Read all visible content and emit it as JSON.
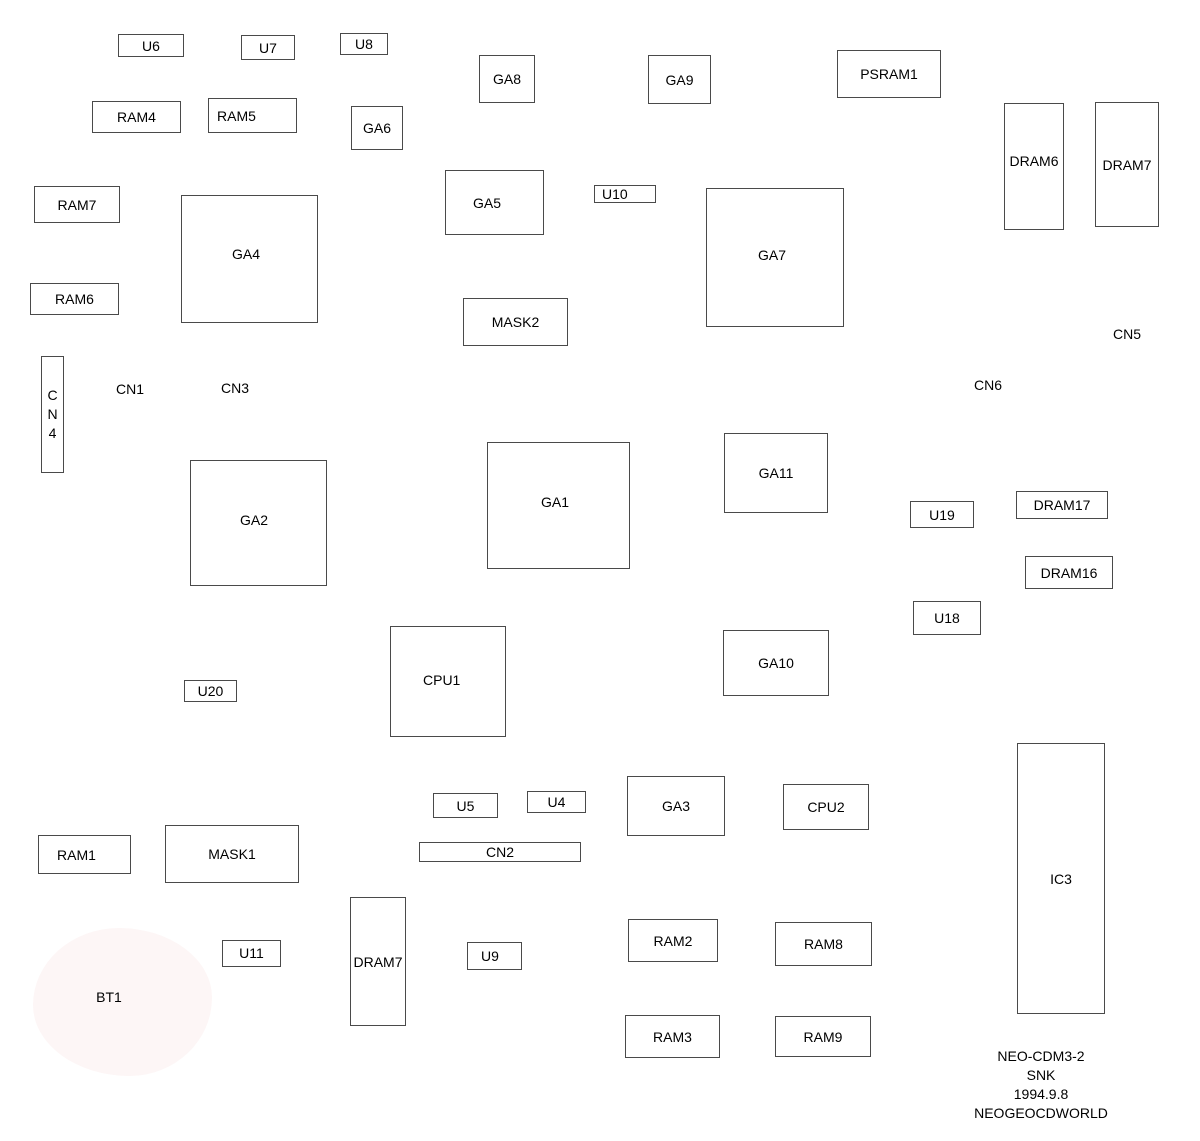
{
  "components": {
    "u6": "U6",
    "u7": "U7",
    "u8": "U8",
    "ga8": "GA8",
    "ga9": "GA9",
    "psram1": "PSRAM1",
    "ram4": "RAM4",
    "ram5": "RAM5",
    "ga6": "GA6",
    "dram6": "DRAM6",
    "dram7_top": "DRAM7",
    "ram7": "RAM7",
    "ga5": "GA5",
    "u10": "U10",
    "ga4": "GA4",
    "ga7": "GA7",
    "ram6": "RAM6",
    "mask2": "MASK2",
    "cn5": "CN5",
    "cn4": [
      "C",
      "N",
      "4"
    ],
    "cn1": "CN1",
    "cn3": "CN3",
    "cn6": "CN6",
    "ga11": "GA11",
    "ga1": "GA1",
    "ga2": "GA2",
    "u19": "U19",
    "dram17": "DRAM17",
    "dram16": "DRAM16",
    "u18": "U18",
    "cpu1": "CPU1",
    "ga10": "GA10",
    "u20": "U20",
    "ic3": "IC3",
    "u5": "U5",
    "u4": "U4",
    "ga3": "GA3",
    "cpu2": "CPU2",
    "ram1": "RAM1",
    "mask1": "MASK1",
    "cn2": "CN2",
    "dram7_bottom": "DRAM7",
    "u11": "U11",
    "u9": "U9",
    "ram2": "RAM2",
    "ram8": "RAM8",
    "bt1": "BT1",
    "ram3": "RAM3",
    "ram9": "RAM9"
  },
  "board_info": [
    "NEO-CDM3-2",
    "SNK",
    "1994.9.8",
    "NEOGEOCDWORLD"
  ]
}
